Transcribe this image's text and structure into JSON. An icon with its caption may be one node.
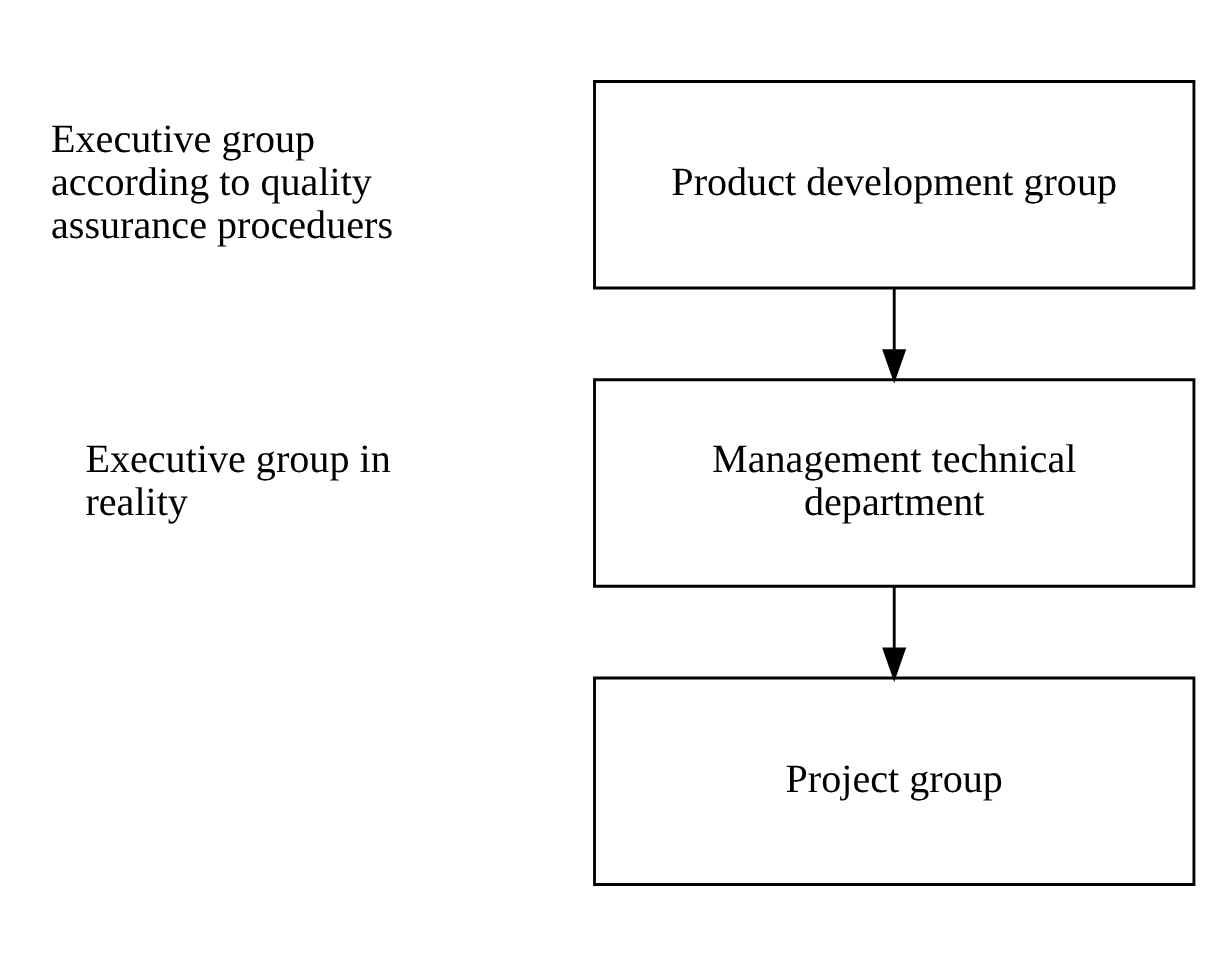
{
  "diagram": {
    "nodes": [
      {
        "text": [
          "Product development group"
        ]
      },
      {
        "text": [
          "Management technical department"
        ]
      },
      {
        "text": [
          "Project group"
        ]
      }
    ],
    "edges": [
      {
        "from": 0,
        "to": 1,
        "arrow": "to"
      },
      {
        "from": 1,
        "to": 2,
        "arrow": "to"
      }
    ],
    "labels": [
      "Executive group according to quality assurance proceduers",
      "Executive group in reality"
    ]
  }
}
